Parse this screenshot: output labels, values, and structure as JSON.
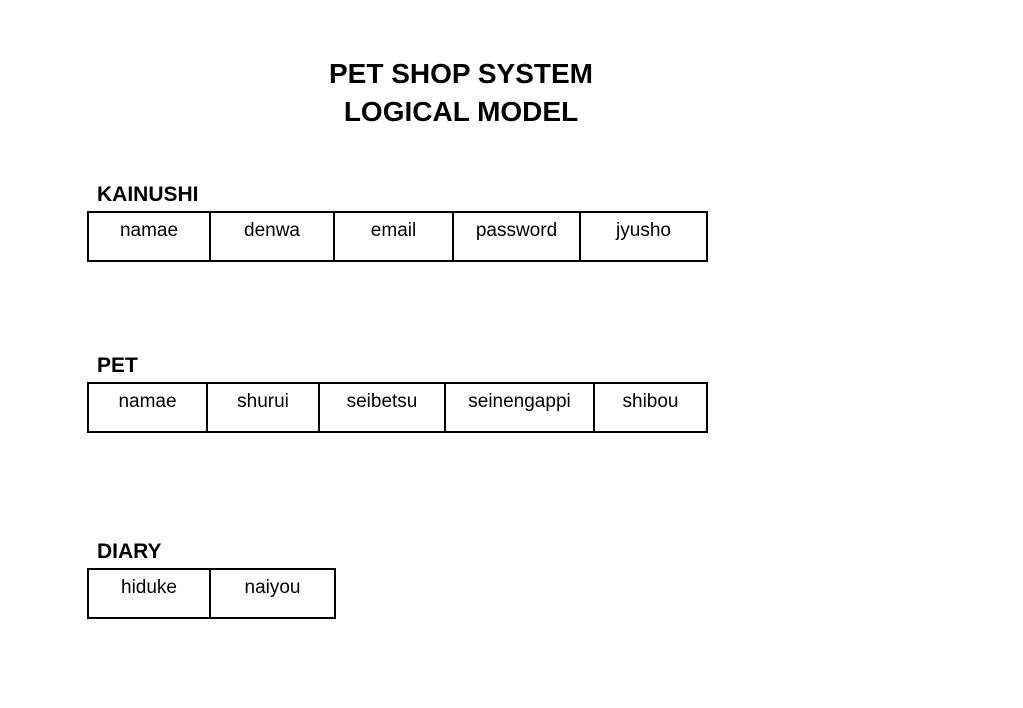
{
  "title": {
    "line1": "PET SHOP SYSTEM",
    "line2": "LOGICAL MODEL"
  },
  "entities": [
    {
      "name": "KAINUSHI",
      "attributes": [
        "namae",
        "denwa",
        "email",
        "password",
        "jyusho"
      ]
    },
    {
      "name": "PET",
      "attributes": [
        "namae",
        "shurui",
        "seibetsu",
        "seinengappi",
        "shibou"
      ]
    },
    {
      "name": "DIARY",
      "attributes": [
        "hiduke",
        "naiyou"
      ]
    }
  ]
}
